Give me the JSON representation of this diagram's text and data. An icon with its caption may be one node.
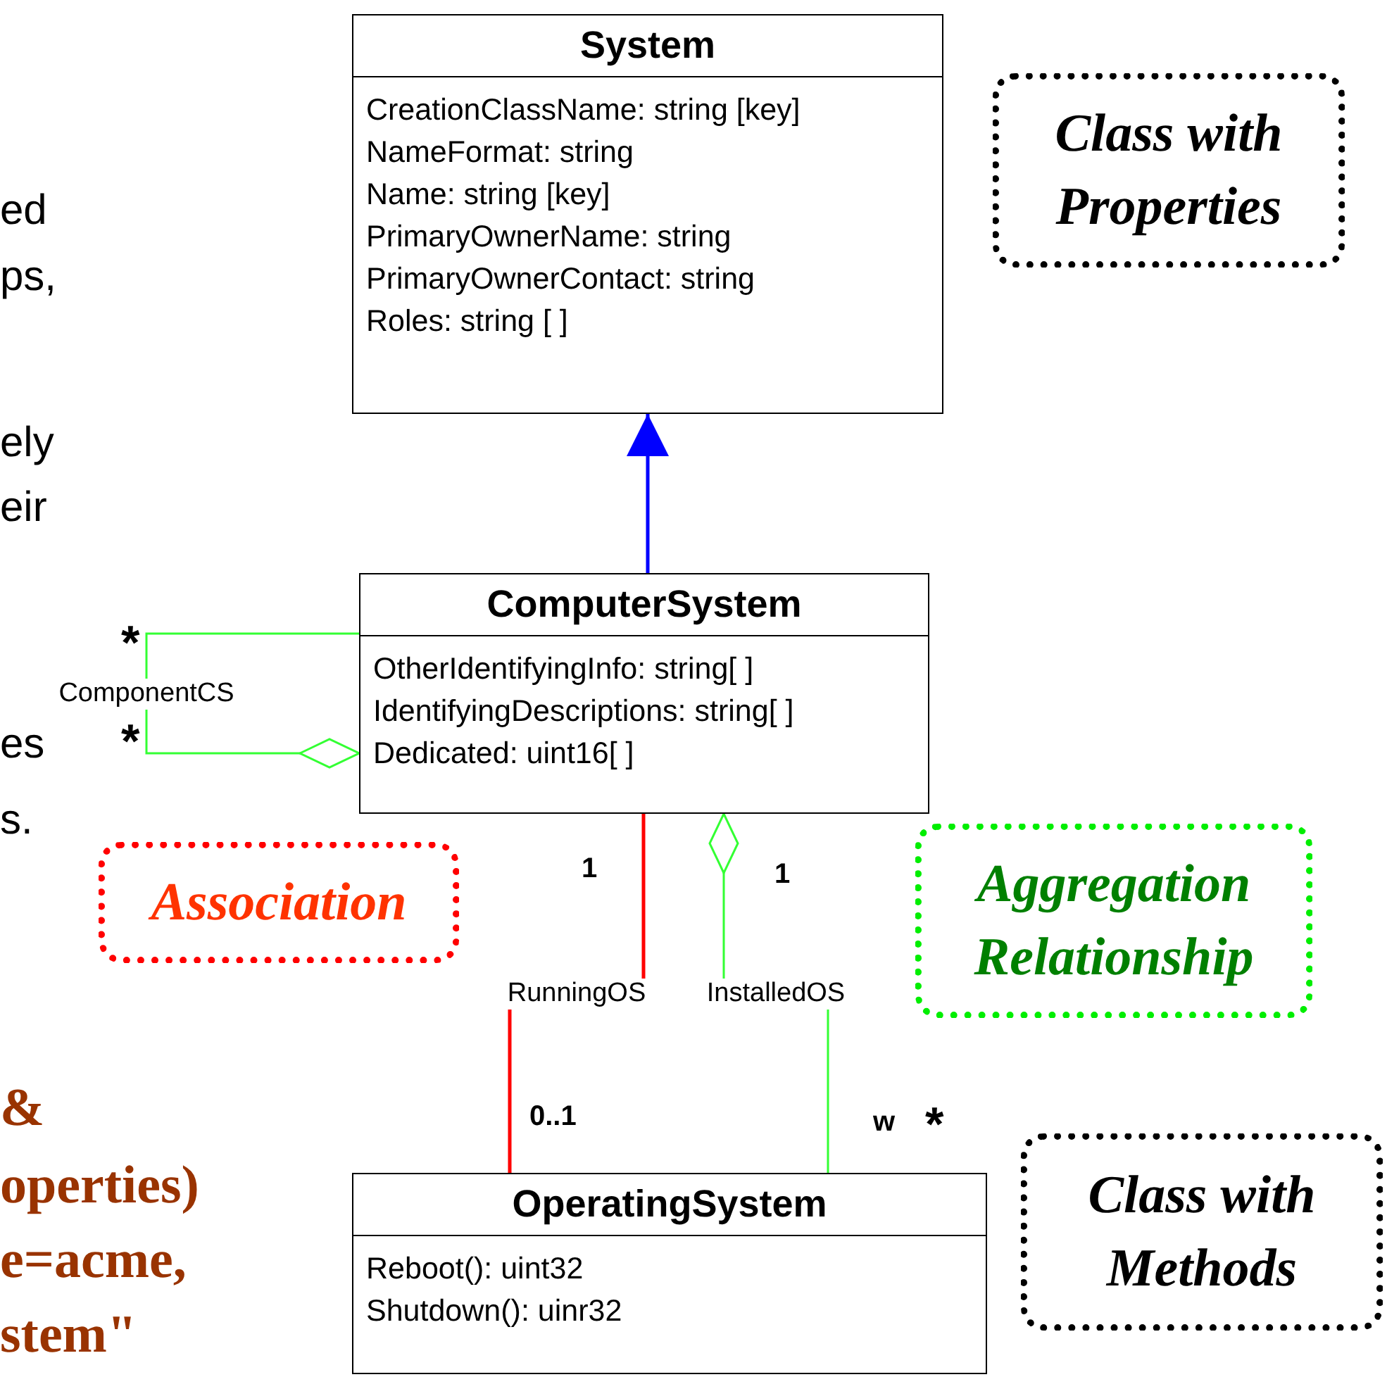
{
  "diagram": {
    "nodes": [
      {
        "text": [
          "System",
          "CreationClassName: string [key]",
          "NameFormat: string",
          "Name: string [key]",
          "PrimaryOwnerName: string",
          "PrimaryOwnerContact: string",
          "Roles: string [ ]"
        ]
      },
      {
        "text": [
          "ComputerSystem",
          "OtherIdentifyingInfo: string[ ]",
          "IdentifyingDescriptions: string[ ]",
          "Dedicated: uint16[ ]"
        ]
      },
      {
        "text": [
          "OperatingSystem",
          "Reboot(): uint32",
          "Shutdown(): uinr32"
        ]
      },
      {
        "text": [
          "Class with Properties"
        ]
      },
      {
        "text": [
          "Association"
        ]
      },
      {
        "text": [
          "Aggregation Relationship"
        ]
      },
      {
        "text": [
          "Class with Methods"
        ]
      }
    ],
    "edges": [
      {
        "from": 1,
        "to": 0,
        "arrow": "to",
        "color": "#0000ff"
      },
      {
        "from": 1,
        "to": 1,
        "arrow": "other",
        "label": "ComponentCS",
        "color": "#33ff33"
      },
      {
        "from": 1,
        "to": 2,
        "arrow": "none",
        "label": "RunningOS",
        "color": "#ff0000"
      },
      {
        "from": 1,
        "to": 2,
        "arrow": "other",
        "label": "InstalledOS",
        "color": "#33ff33"
      }
    ],
    "labels": [
      "ed",
      "ps,",
      "ely",
      "eir",
      "*",
      "*",
      "es",
      "s.",
      "1",
      "1",
      "0..1",
      "w",
      "*",
      "&",
      "operties)",
      "e=acme,",
      "stem\""
    ]
  }
}
